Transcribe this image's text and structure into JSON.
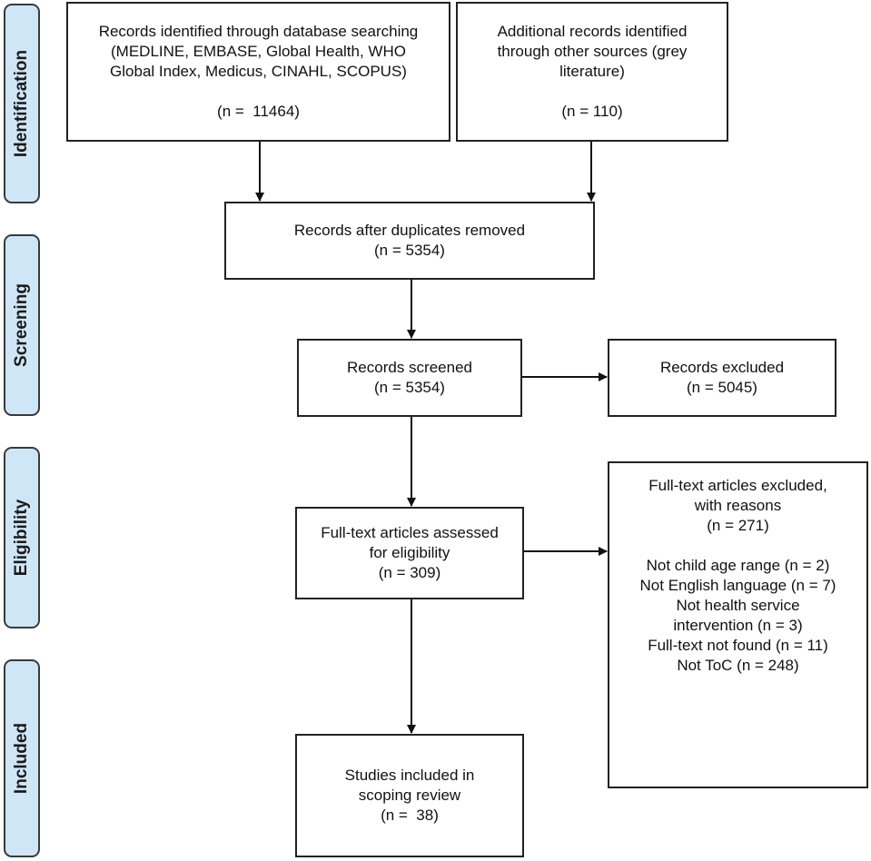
{
  "phases": {
    "identification": "Identification",
    "screening": "Screening",
    "eligibility": "Eligibility",
    "included": "Included"
  },
  "boxes": {
    "database": {
      "lines": [
        "Records identified through database searching",
        "(MEDLINE, EMBASE, Global Health, WHO",
        "Global Index, Medicus, CINAHL, SCOPUS)"
      ],
      "count": "(n =  11464)"
    },
    "other_sources": {
      "lines": [
        "Additional records identified",
        "through other sources (grey",
        "literature)"
      ],
      "count": "(n = 110)"
    },
    "after_duplicates": {
      "lines": [
        "Records after duplicates removed",
        "(n = 5354)"
      ]
    },
    "screened": {
      "lines": [
        "Records screened",
        "(n = 5354)"
      ]
    },
    "excluded": {
      "lines": [
        "Records excluded",
        "(n = 5045)"
      ]
    },
    "fulltext_assessed": {
      "lines": [
        "Full-text articles assessed",
        "for eligibility",
        "(n = 309)"
      ]
    },
    "fulltext_excluded": {
      "header": [
        "Full-text articles excluded,",
        "with reasons",
        "(n = 271)"
      ],
      "reasons": [
        "Not child age range (n = 2)",
        "Not English language (n = 7)",
        "Not health service",
        "intervention (n = 3)",
        "Full-text not found (n = 11)",
        "Not ToC (n = 248)"
      ]
    },
    "included": {
      "lines": [
        "Studies included in",
        "scoping review",
        "(n =  38)"
      ]
    }
  }
}
